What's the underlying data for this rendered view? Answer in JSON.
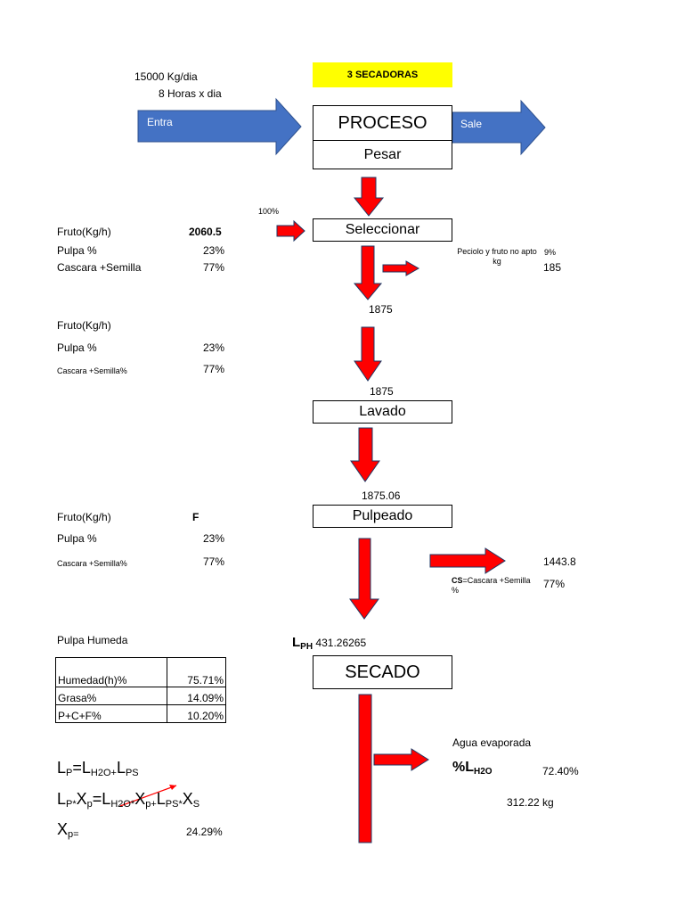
{
  "colors": {
    "red_arrow": "#ff0000",
    "blue_arrow": "#4472c4",
    "banner": "#ffff00"
  },
  "header": {
    "flow": "15000 Kg/dia",
    "hours": "8 Horas  x dia",
    "banner": "3 SECADORAS",
    "in_label": "Entra",
    "out_label": "Sale"
  },
  "boxes": {
    "proceso": "PROCESO",
    "pesar": "Pesar",
    "seleccionar": "Seleccionar",
    "lavado": "Lavado",
    "pulpeado": "Pulpeado",
    "secado": "SECADO"
  },
  "block1": {
    "pct_100": "100%",
    "fruto_label": "Fruto(Kg/h)",
    "fruto_value": "2060.5",
    "pulpa_label": "Pulpa %",
    "pulpa_value": "23%",
    "cascara_label": "Cascara +Semilla",
    "cascara_value": "77%"
  },
  "reject": {
    "label": "Peciolo y fruto no apto kg",
    "pct": "9%",
    "kg": "185"
  },
  "flow_values": {
    "after_select": "1875",
    "before_wash": "1875",
    "after_wash": "1875.06",
    "lph_value": "431.26265"
  },
  "block2": {
    "fruto_label": "Fruto(Kg/h)",
    "pulpa_label": "Pulpa %",
    "pulpa_value": "23%",
    "cascara_label": "Cascara +Semilla%",
    "cascara_value": "77%"
  },
  "block3": {
    "fruto_label": "Fruto(Kg/h)",
    "fruto_value": "F",
    "pulpa_label": "Pulpa %",
    "pulpa_value": "23%",
    "cascara_label": "Cascara +Semilla%",
    "cascara_value": "77%"
  },
  "cs_output": {
    "value": "1443.8",
    "cs_bold": "CS",
    "cs_rest": "=Cascara +Semilla",
    "cs_pct_sign": "%",
    "pct": "77%"
  },
  "pulpa_humeda": {
    "title": "Pulpa Humeda",
    "rows": [
      {
        "label": "Humedad(h)%",
        "value": "75.71%"
      },
      {
        "label": "Grasa%",
        "value": "14.09%"
      },
      {
        "label": "P+C+F%",
        "value": "10.20%"
      }
    ]
  },
  "lph": {
    "L": "L",
    "sub": "PH"
  },
  "evap": {
    "title": "Agua evaporada",
    "label": "%L",
    "label_sub": "H2O",
    "pct": "72.40%",
    "kg": "312.22 kg"
  },
  "formulas": {
    "f1": {
      "a": "L",
      "a_sub": "P",
      "eq": "=L",
      "b_sub": "H2O+",
      "c": "L",
      "c_sub": "PS"
    },
    "f2": {
      "a": "L",
      "a_sub": "P*",
      "b": "X",
      "b_sub": "p",
      "eq": "=L",
      "c_sub": "H2O*",
      "d": "X",
      "d_sub": "p+",
      "e": "L",
      "e_sub": "PS*",
      "f": "X",
      "f_sub": "S"
    },
    "f3": {
      "a": "X",
      "a_sub": "p=",
      "value": "24.29%"
    }
  }
}
